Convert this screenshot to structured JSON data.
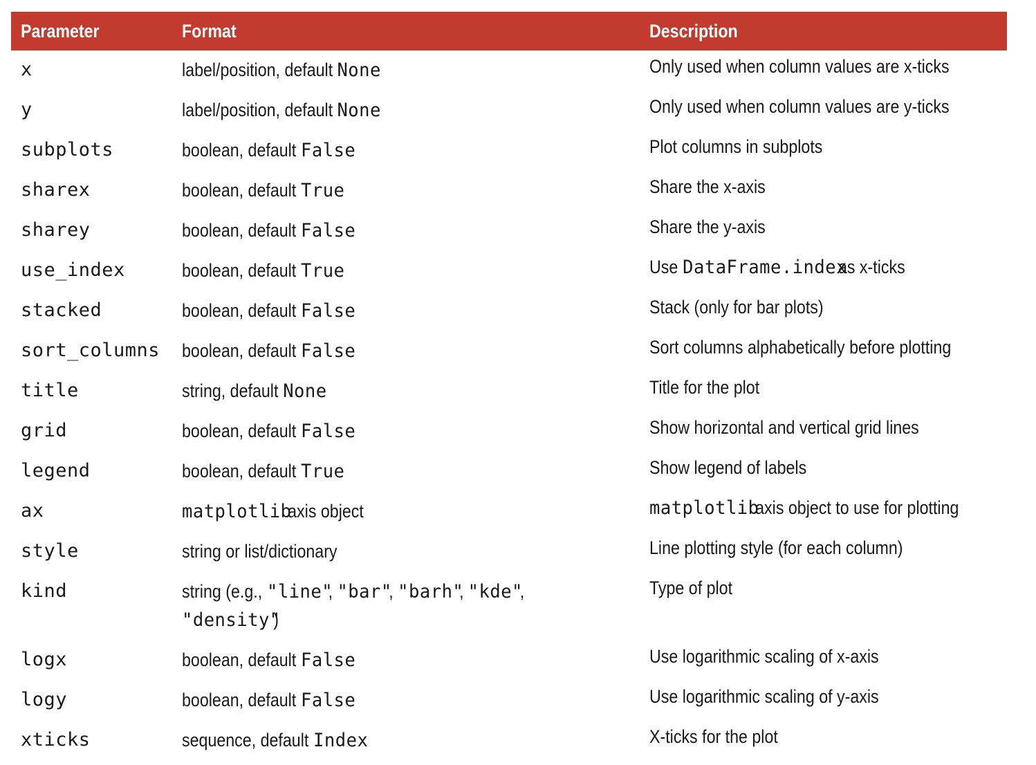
{
  "table": {
    "headers": {
      "parameter": "Parameter",
      "format": "Format",
      "description": "Description"
    },
    "rows": [
      {
        "param": "x",
        "format_text": "label/position, default ",
        "format_code": "None",
        "desc_pre": "Only used when column values are x-ticks",
        "desc_code": "",
        "desc_post": ""
      },
      {
        "param": "y",
        "format_text": "label/position, default ",
        "format_code": "None",
        "desc_pre": "Only used when column values are y-ticks",
        "desc_code": "",
        "desc_post": ""
      },
      {
        "param": "subplots",
        "format_text": "boolean, default ",
        "format_code": "False",
        "desc_pre": "Plot columns in subplots",
        "desc_code": "",
        "desc_post": ""
      },
      {
        "param": "sharex",
        "format_text": "boolean, default ",
        "format_code": "True",
        "desc_pre": "Share the x-axis",
        "desc_code": "",
        "desc_post": ""
      },
      {
        "param": "sharey",
        "format_text": "boolean, default ",
        "format_code": "False",
        "desc_pre": "Share the y-axis",
        "desc_code": "",
        "desc_post": ""
      },
      {
        "param": "use_index",
        "format_text": "boolean, default ",
        "format_code": "True",
        "desc_pre": "Use ",
        "desc_code": "DataFrame.index",
        "desc_post": " as x-ticks"
      },
      {
        "param": "stacked",
        "format_text": "boolean, default ",
        "format_code": "False",
        "desc_pre": "Stack (only for bar plots)",
        "desc_code": "",
        "desc_post": ""
      },
      {
        "param": "sort_columns",
        "format_text": "boolean, default ",
        "format_code": "False",
        "desc_pre": "Sort columns alphabetically before plotting",
        "desc_code": "",
        "desc_post": ""
      },
      {
        "param": "title",
        "format_text": "string, default ",
        "format_code": "None",
        "desc_pre": "Title for the plot",
        "desc_code": "",
        "desc_post": ""
      },
      {
        "param": "grid",
        "format_text": "boolean, default ",
        "format_code": "False",
        "desc_pre": "Show horizontal and vertical grid lines",
        "desc_code": "",
        "desc_post": ""
      },
      {
        "param": "legend",
        "format_text": "boolean, default ",
        "format_code": "True",
        "desc_pre": "Show legend of labels",
        "desc_code": "",
        "desc_post": ""
      },
      {
        "param": "ax",
        "format_code_first": "matplotlib",
        "format_text_after": " axis object",
        "desc_pre": "",
        "desc_code": "matplotlib",
        "desc_post": " axis object to use for plotting"
      },
      {
        "param": "style",
        "format_text": "string or list/dictionary",
        "format_code": "",
        "desc_pre": "Line plotting style (for each column)",
        "desc_code": "",
        "desc_post": ""
      },
      {
        "param": "kind",
        "kind_parts": [
          "string (e.g., ",
          "\"line\"",
          ", ",
          "\"bar\"",
          ", ",
          "\"barh\"",
          ", ",
          "\"kde\"",
          ", ",
          "\"density\"",
          ")"
        ],
        "desc_pre": "Type of plot",
        "desc_code": "",
        "desc_post": ""
      },
      {
        "param": "logx",
        "format_text": "boolean, default ",
        "format_code": "False",
        "desc_pre": "Use logarithmic scaling of x-axis",
        "desc_code": "",
        "desc_post": ""
      },
      {
        "param": "logy",
        "format_text": "boolean, default ",
        "format_code": "False",
        "desc_pre": "Use logarithmic scaling of y-axis",
        "desc_code": "",
        "desc_post": ""
      },
      {
        "param": "xticks",
        "format_text": "sequence, default ",
        "format_code": "Index",
        "desc_pre": "X-ticks for the plot",
        "desc_code": "",
        "desc_post": ""
      }
    ]
  },
  "colors": {
    "header_bg": "#c23b2e",
    "header_text": "#ffffff",
    "body_text": "#1a1a1a"
  }
}
